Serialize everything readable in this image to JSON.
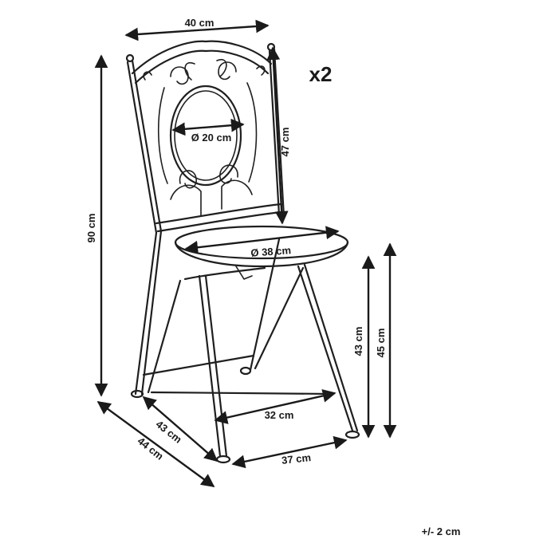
{
  "labels": {
    "width_top": "40 cm",
    "back_diameter": "Ø 20 cm",
    "back_height": "47 cm",
    "seat_diameter": "Ø 38 cm",
    "total_height": "90 cm",
    "seat_height_front": "43 cm",
    "seat_height_back": "45 cm",
    "leg_span_inner": "32 cm",
    "leg_span_outer": "37 cm",
    "depth_inner": "43 cm",
    "depth_outer": "44 cm",
    "quantity": "x2",
    "tolerance": "+/- 2 cm"
  }
}
